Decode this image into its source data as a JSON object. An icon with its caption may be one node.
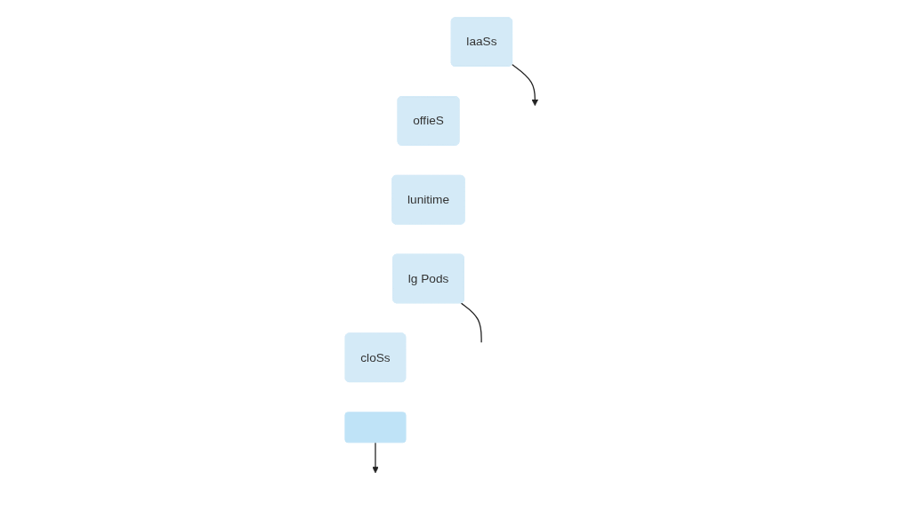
{
  "diagram": {
    "nodes": [
      {
        "text": [
          "laaSs"
        ]
      },
      {
        "text": [
          "offieS"
        ]
      },
      {
        "text": [
          "lunitime"
        ]
      },
      {
        "text": [
          "lg Pods"
        ]
      },
      {
        "text": [
          "cloSs"
        ]
      },
      {
        "text": [],
        "shape": "box"
      }
    ],
    "edges": [
      {
        "from": 0,
        "to": null,
        "arrow": "to"
      },
      {
        "from": 3,
        "to": null,
        "arrow": "none"
      },
      {
        "from": 5,
        "to": null,
        "arrow": "to"
      }
    ]
  }
}
